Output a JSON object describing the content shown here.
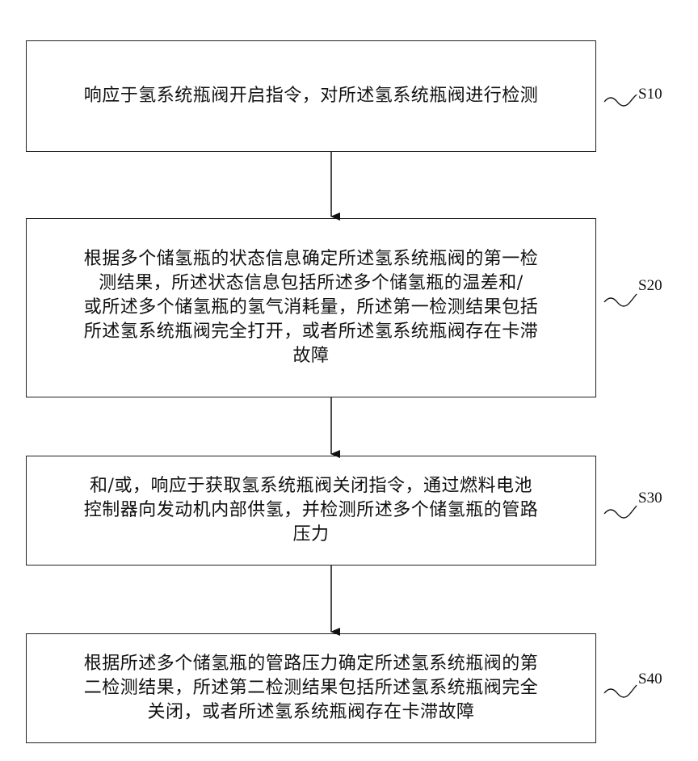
{
  "steps": [
    {
      "id": "S10",
      "label": "S10",
      "text": "响应于氢系统瓶阀开启指令，对所述氢系统瓶阀进行检测"
    },
    {
      "id": "S20",
      "label": "S20",
      "text": "根据多个储氢瓶的状态信息确定所述氢系统瓶阀的第一检\n测结果，所述状态信息包括所述多个储氢瓶的温差和/\n或所述多个储氢瓶的氢气消耗量，所述第一检测结果包括\n所述氢系统瓶阀完全打开，或者所述氢系统瓶阀存在卡滞\n故障"
    },
    {
      "id": "S30",
      "label": "S30",
      "text": "和/或，响应于获取氢系统瓶阀关闭指令，通过燃料电池\n控制器向发动机内部供氢，并检测所述多个储氢瓶的管路\n压力"
    },
    {
      "id": "S40",
      "label": "S40",
      "text": "根据所述多个储氢瓶的管路压力确定所述氢系统瓶阀的第\n二检测结果，所述第二检测结果包括所述氢系统瓶阀完全\n关闭，或者所述氢系统瓶阀存在卡滞故障"
    }
  ]
}
